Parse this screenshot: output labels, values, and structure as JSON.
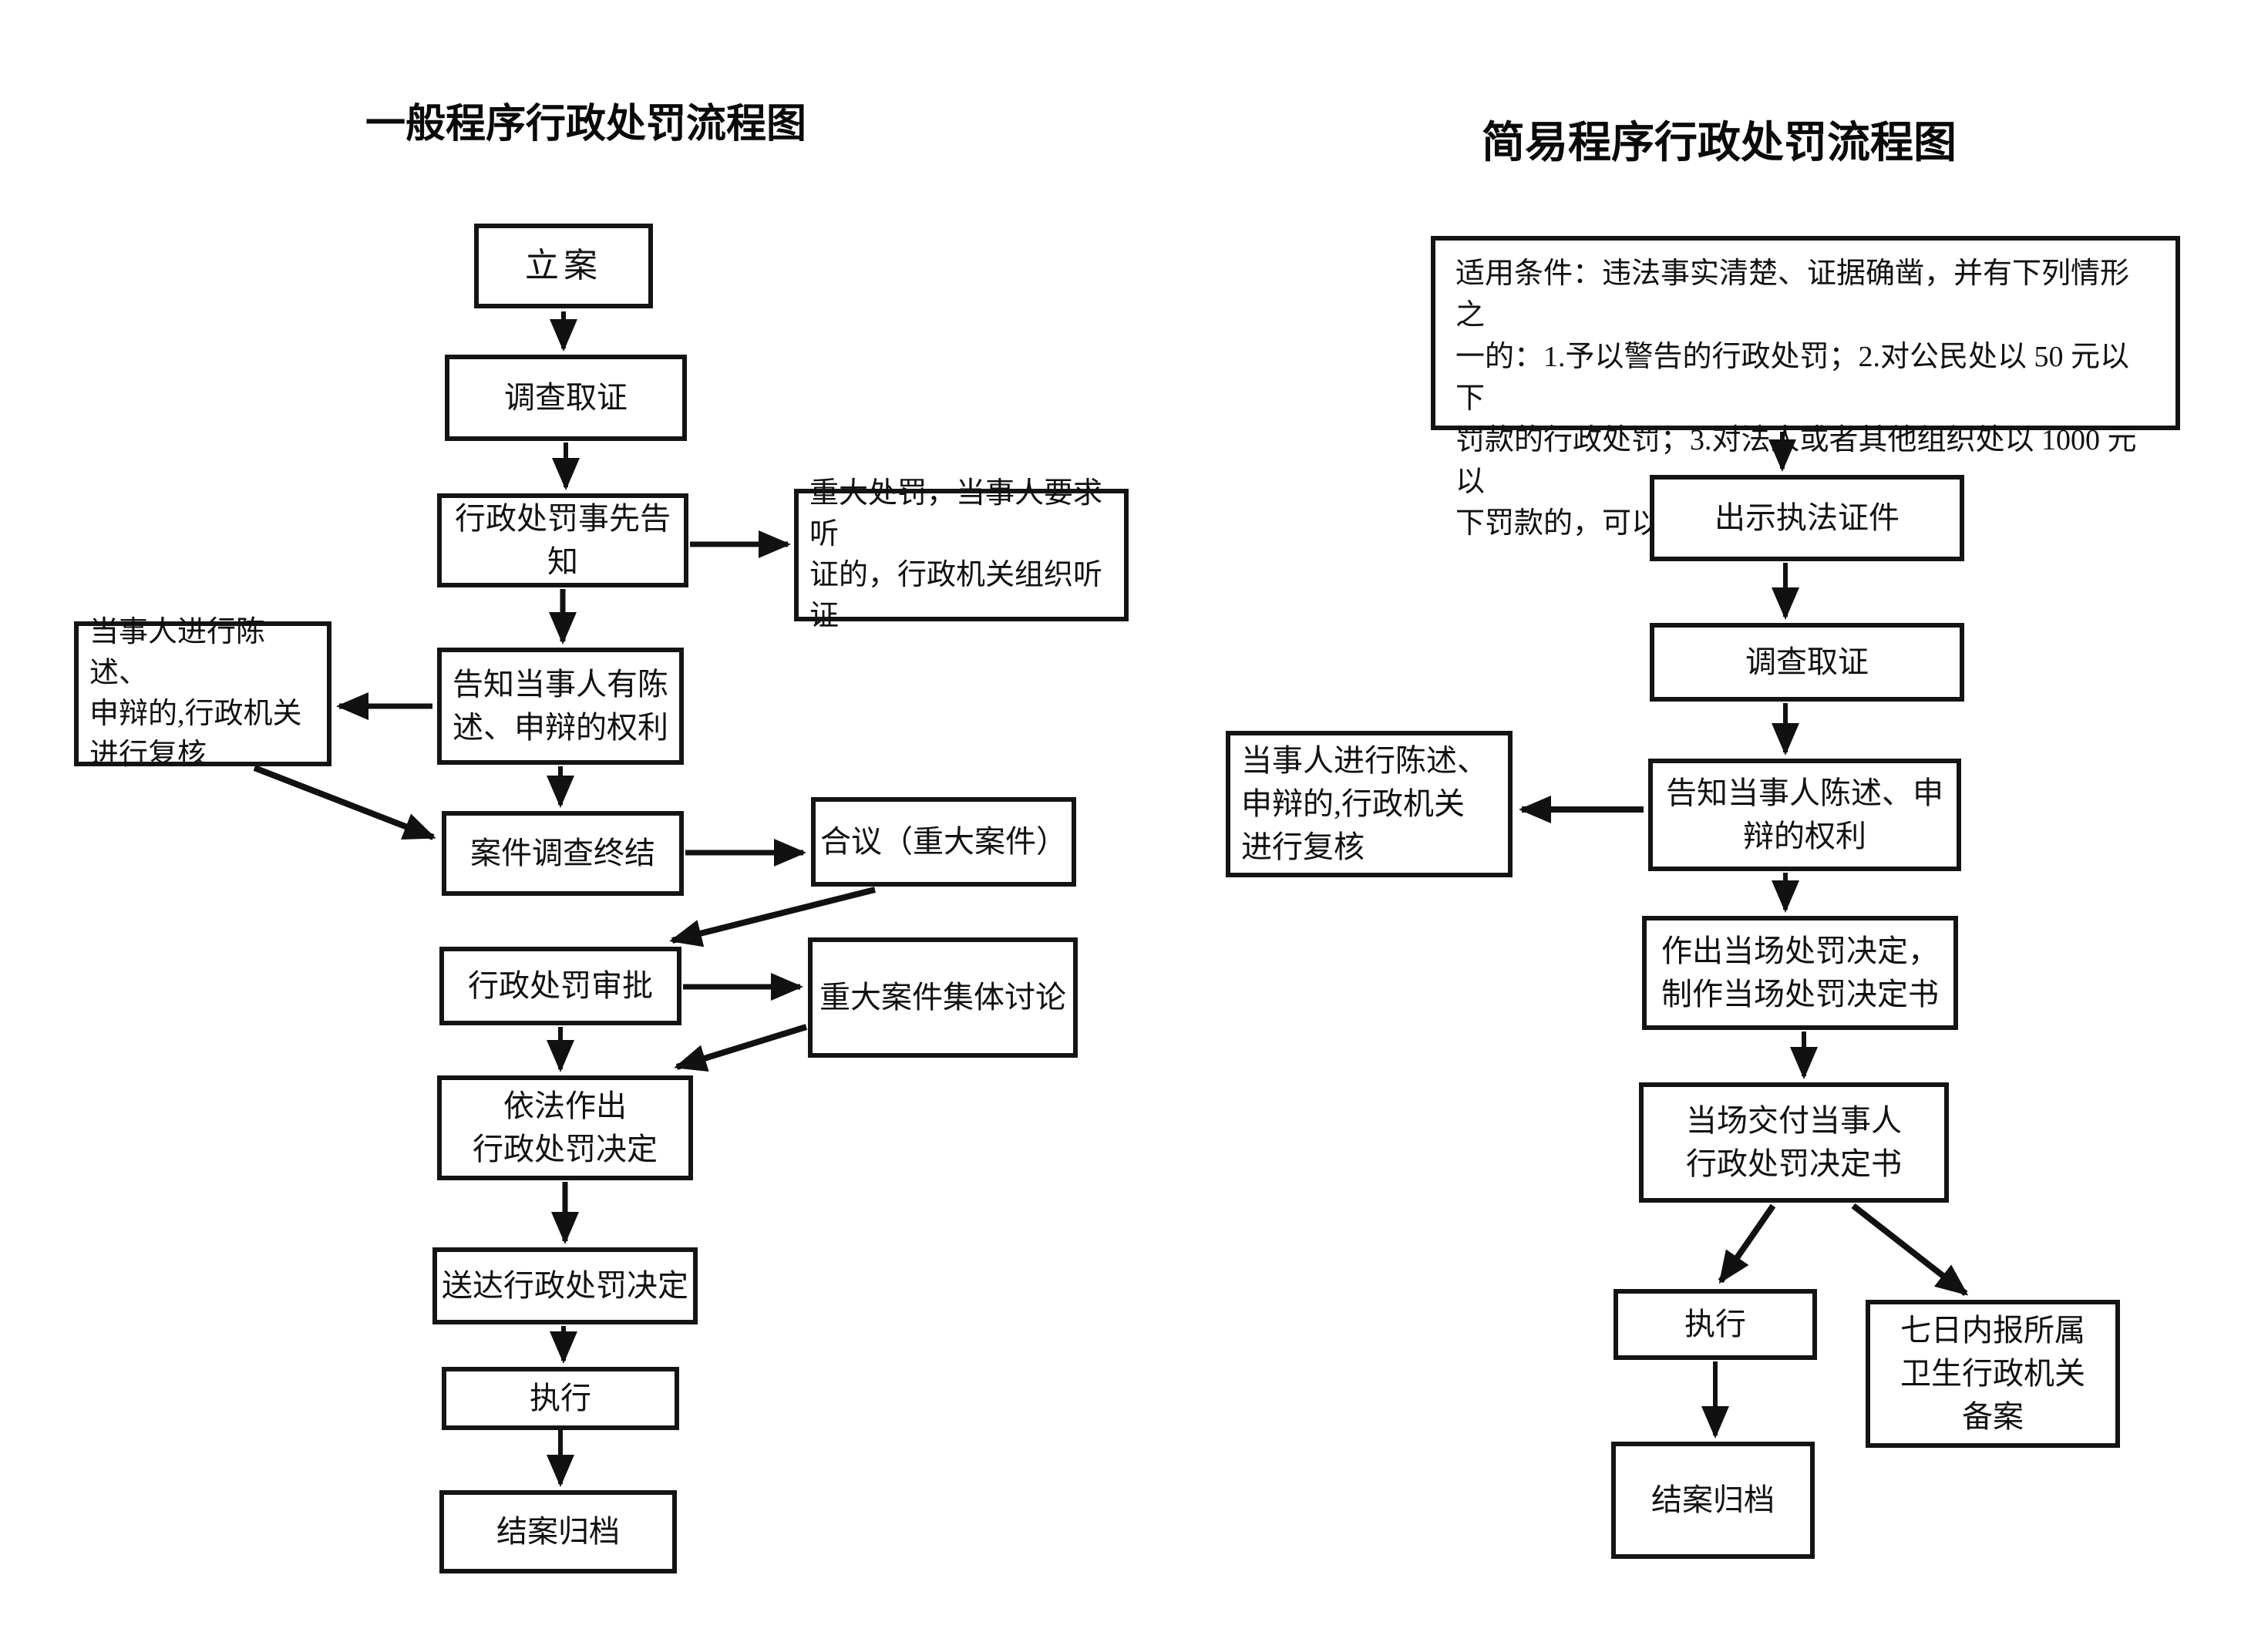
{
  "background": "#ffffff",
  "ink": "#111111",
  "charts": {
    "general": {
      "title": "一般程序行政处罚流程图",
      "nodes": {
        "filing": "立案",
        "evidence": "调查取证",
        "prior_notice": "行政处罚事先告知",
        "hearing_note": "重大处罚，当事人要求听\n证的，行政机关组织听证",
        "inform_rights": "告知当事人有陈\n述、申辩的权利",
        "review_note": "当事人进行陈述、\n申辩的,行政机关\n进行复核",
        "investigation_closed": "案件调查终结",
        "collegiate": "合议（重大案件）",
        "approval": "行政处罚审批",
        "major_discussion": "重大案件集体讨论",
        "decision": "依法作出\n行政处罚决定",
        "service": "送达行政处罚决定",
        "enforcement": "执行",
        "archive": "结案归档"
      }
    },
    "summary": {
      "title": "简易程序行政处罚流程图",
      "nodes": {
        "conditions": "适用条件：违法事实清楚、证据确凿，并有下列情形之\n一的：1.予以警告的行政处罚；2.对公民处以 50 元以下\n罚款的行政处罚；3.对法人或者其他组织处以 1000 元以\n下罚款的，可以当场作出行政处罚决定。",
        "show_id": "出示执法证件",
        "evidence": "调查取证",
        "inform_rights": "告知当事人陈述、申\n辩的权利",
        "review_note": "当事人进行陈述、\n申辩的,行政机关\n进行复核",
        "onsite_decision": "作出当场处罚决定，\n制作当场处罚决定书",
        "deliver": "当场交付当事人\n行政处罚决定书",
        "enforcement": "执行",
        "report": "七日内报所属\n卫生行政机关\n备案",
        "archive": "结案归档"
      }
    }
  }
}
